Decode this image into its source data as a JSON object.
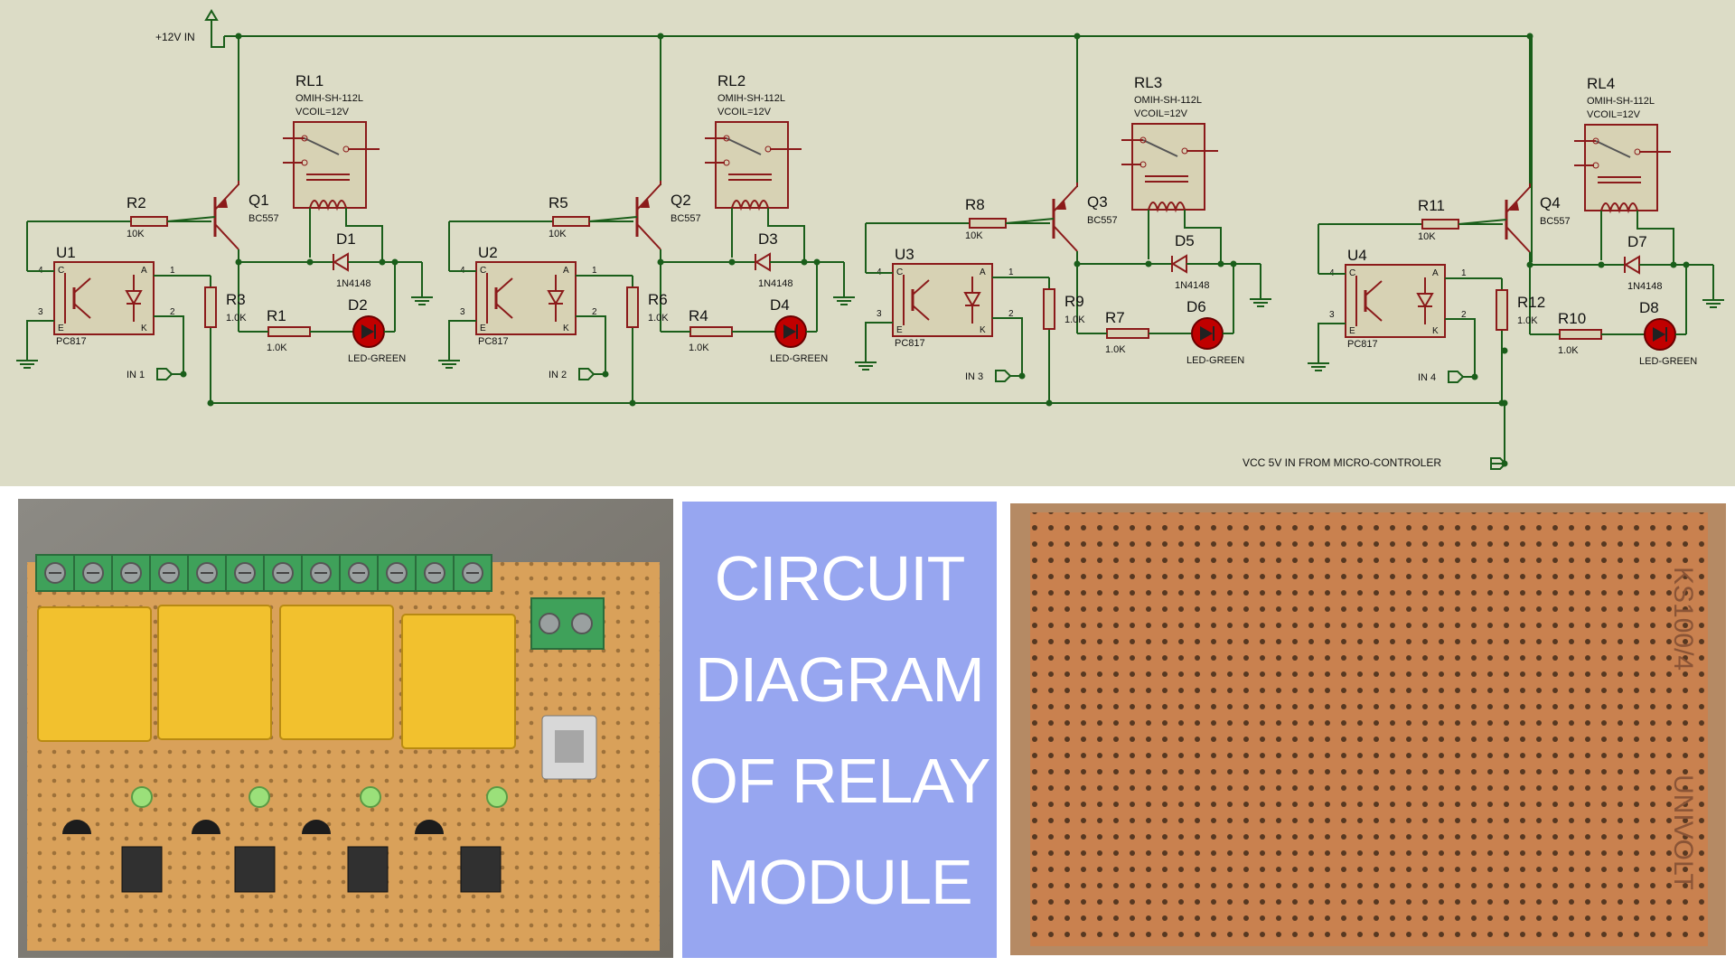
{
  "schematic": {
    "power_in": "+12V IN",
    "vcc_label": "VCC 5V  IN   FROM MICRO-CONTROLER",
    "channels": [
      {
        "relay": "RL1",
        "relay_part": "OMIH-SH-112L",
        "relay_coil": "VCOIL=12V",
        "transistor": "Q1",
        "transistor_part": "BC557",
        "diode": "D1",
        "diode_part": "1N4148",
        "opto": "U1",
        "opto_part": "PC817",
        "r_base": "R2",
        "r_base_val": "10K",
        "r_pull": "R3",
        "r_pull_val": "1.0K",
        "r_led": "R1",
        "r_led_val": "1.0K",
        "led": "D2",
        "led_part": "LED-GREEN",
        "input": "IN 1"
      },
      {
        "relay": "RL2",
        "relay_part": "OMIH-SH-112L",
        "relay_coil": "VCOIL=12V",
        "transistor": "Q2",
        "transistor_part": "BC557",
        "diode": "D3",
        "diode_part": "1N4148",
        "opto": "U2",
        "opto_part": "PC817",
        "r_base": "R5",
        "r_base_val": "10K",
        "r_pull": "R6",
        "r_pull_val": "1.0K",
        "r_led": "R4",
        "r_led_val": "1.0K",
        "led": "D4",
        "led_part": "LED-GREEN",
        "input": "IN 2"
      },
      {
        "relay": "RL3",
        "relay_part": "OMIH-SH-112L",
        "relay_coil": "VCOIL=12V",
        "transistor": "Q3",
        "transistor_part": "BC557",
        "diode": "D5",
        "diode_part": "1N4148",
        "opto": "U3",
        "opto_part": "PC817",
        "r_base": "R8",
        "r_base_val": "10K",
        "r_pull": "R9",
        "r_pull_val": "1.0K",
        "r_led": "R7",
        "r_led_val": "1.0K",
        "led": "D6",
        "led_part": "LED-GREEN",
        "input": "IN 3"
      },
      {
        "relay": "RL4",
        "relay_part": "OMIH-SH-112L",
        "relay_coil": "VCOIL=12V",
        "transistor": "Q4",
        "transistor_part": "BC557",
        "diode": "D7",
        "diode_part": "1N4148",
        "opto": "U4",
        "opto_part": "PC817",
        "r_base": "R11",
        "r_base_val": "10K",
        "r_pull": "R12",
        "r_pull_val": "1.0K",
        "r_led": "R10",
        "r_led_val": "1.0K",
        "led": "D8",
        "led_part": "LED-GREEN",
        "input": "IN 4"
      }
    ],
    "pin_labels": {
      "c": "C",
      "e": "E",
      "a": "A",
      "k": "K",
      "p1": "1",
      "p2": "2",
      "p3": "3",
      "p4": "4"
    }
  },
  "title_panel": {
    "lines": [
      "CIRCUIT",
      "DIAGRAM",
      "OF RELAY",
      "MODULE"
    ]
  },
  "photo_right": {
    "silkscreen_1": "KS100/4",
    "silkscreen_2": "UNIVOLT"
  },
  "colors": {
    "schematic_bg": "#dcdcc6",
    "wire": "#1a5e1a",
    "component": "#8b1a1a",
    "component_fill": "#d7d2b4",
    "title_bg": "#97a6f0",
    "led": "#d01010",
    "pcb": "#d9a15a",
    "relay": "#f2c12e",
    "terminal": "#3fa15a"
  }
}
